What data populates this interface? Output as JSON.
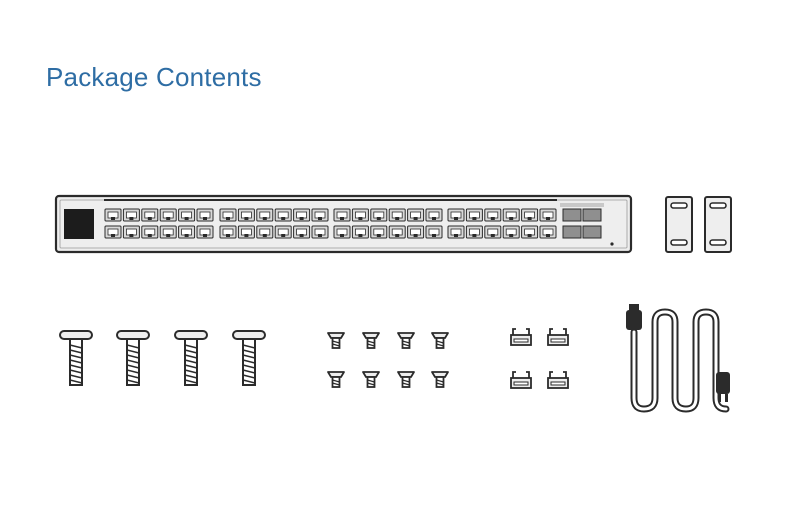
{
  "heading": "Package Contents",
  "colors": {
    "heading": "#2e6da4",
    "outline": "#2b2b2b",
    "panel": "#eeeeee",
    "port": "#d9d9d9"
  },
  "items": [
    {
      "icon": "network-switch-icon",
      "quantity": 1
    },
    {
      "icon": "rack-mount-bracket-icon",
      "quantity": 2
    },
    {
      "icon": "rack-screw-icon",
      "quantity": 4
    },
    {
      "icon": "bracket-screw-icon",
      "quantity": 8
    },
    {
      "icon": "cage-nut-icon",
      "quantity": 4
    },
    {
      "icon": "power-cord-icon",
      "quantity": 1
    }
  ]
}
